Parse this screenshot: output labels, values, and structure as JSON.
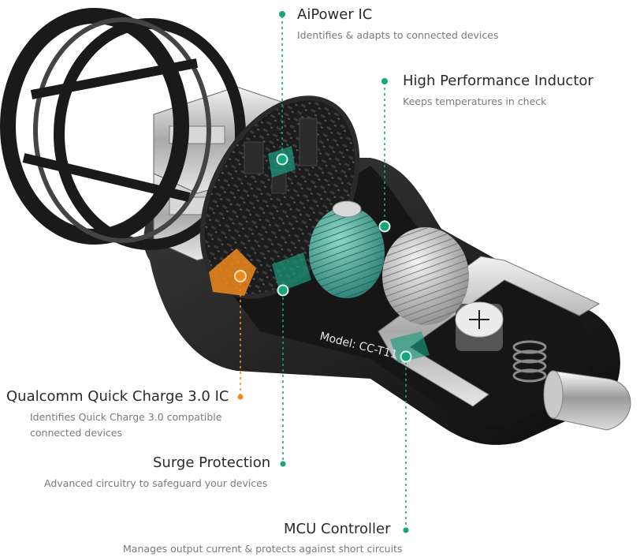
{
  "callouts": {
    "aipower": {
      "title": "AiPower IC",
      "desc": "Identifies & adapts to connected devices"
    },
    "inductor": {
      "title": "High Performance Inductor",
      "desc": "Keeps temperatures in check"
    },
    "qc": {
      "title": "Qualcomm Quick Charge 3.0 IC",
      "desc": "Identifies Quick Charge 3.0 compatible connected devices"
    },
    "surge": {
      "title": "Surge Protection",
      "desc": "Advanced circuitry to safeguard your devices"
    },
    "mcu": {
      "title": "MCU Controller",
      "desc": "Manages output current & protects against short circuits"
    }
  },
  "product": {
    "model_label": "Model: CC-T11"
  },
  "colors": {
    "accent": "#18a57a",
    "highlight": "#f08a1c"
  }
}
